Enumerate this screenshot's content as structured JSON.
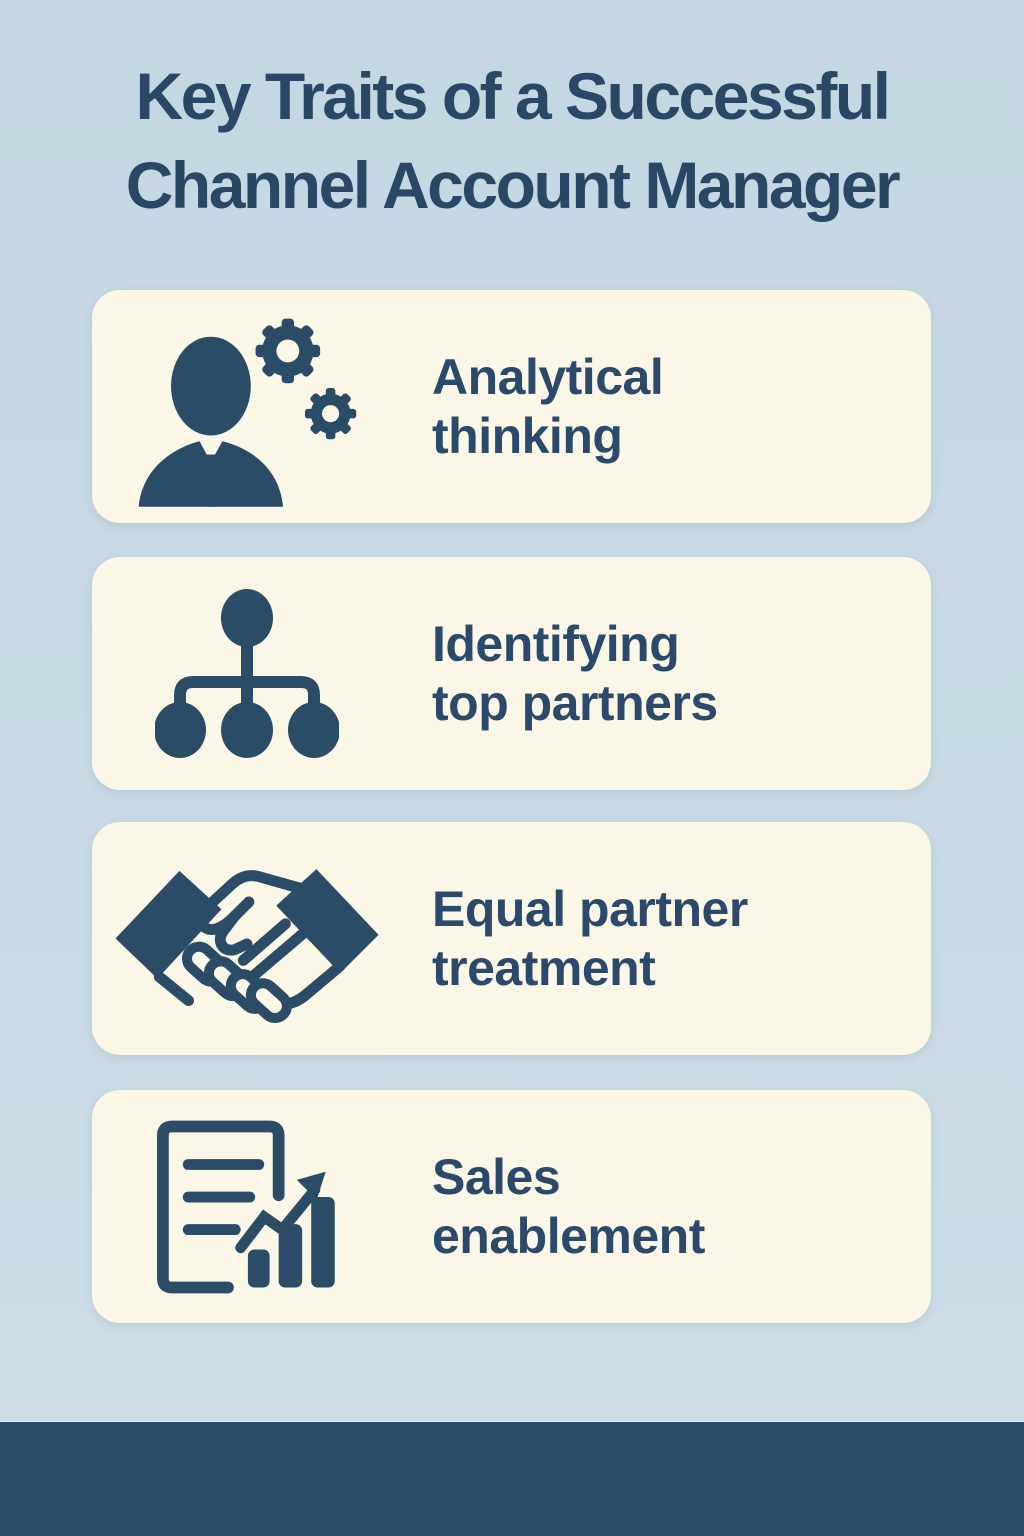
{
  "title": {
    "lines": [
      "Key Traits of a Successful",
      "Channel Account Manager"
    ]
  },
  "cards": [
    {
      "icon": "person-gears-icon",
      "lines": [
        "Analytical",
        "thinking"
      ]
    },
    {
      "icon": "hierarchy-icon",
      "lines": [
        "Identifying",
        "top partners"
      ]
    },
    {
      "icon": "handshake-icon",
      "lines": [
        "Equal partner",
        "treatment"
      ]
    },
    {
      "icon": "sales-report-icon",
      "lines": [
        "Sales",
        "enablement"
      ]
    }
  ],
  "colors": {
    "background_top": "#c4d7e2",
    "background_bottom": "#cddee8",
    "card_background": "#fbf7e7",
    "icon_ink": "#2b4c66",
    "title_text": "#2a4866",
    "label_text": "#2b4a6b",
    "footer_band": "#2b4c66"
  }
}
